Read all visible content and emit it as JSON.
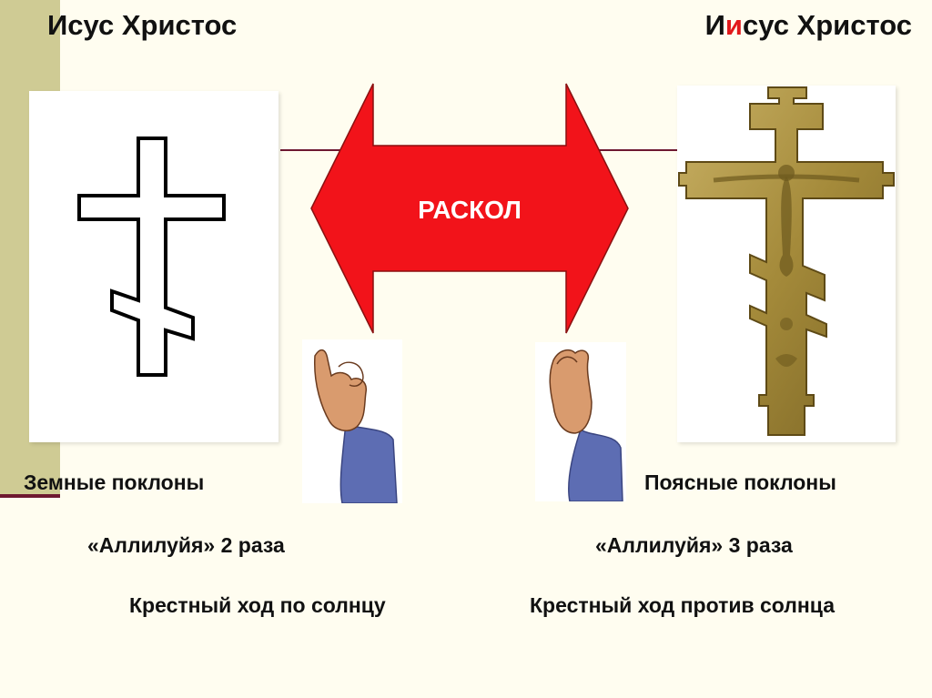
{
  "left": {
    "title": "Исус Христос",
    "cross_kind": "eight-pointed cross outline",
    "items": [
      "Земные поклоны",
      "«Аллилуйя» 2 раза",
      "Крестный ход по солнцу"
    ]
  },
  "right": {
    "title_parts": [
      "И",
      "и",
      "сус Христос"
    ],
    "cross_kind": "brass crucifix",
    "items": [
      "Поясные поклоны",
      "«Аллилуйя» 3 раза",
      "Крестный ход против солнца"
    ]
  },
  "center": {
    "arrow_label": "РАСКОЛ"
  },
  "colors": {
    "arrow": "#f2131a",
    "accent": "#e2191b",
    "rule": "#6e1830",
    "stripe": "#cfcb94",
    "background": "#fffdf0"
  }
}
